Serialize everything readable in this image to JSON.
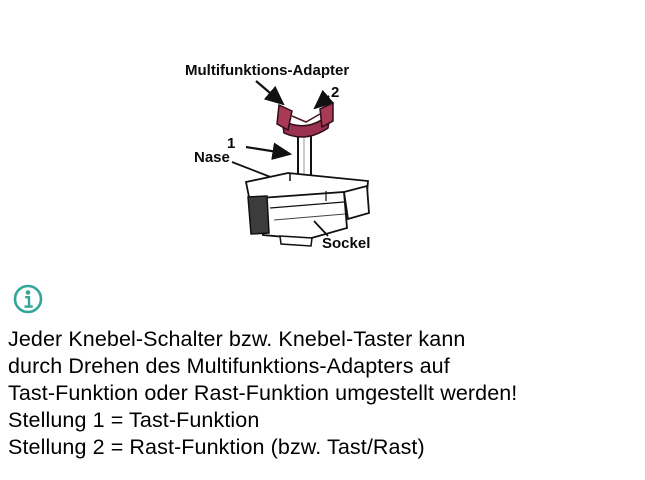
{
  "diagram": {
    "labels": {
      "adapter": "Multifunktions-Adapter",
      "pos2": "2",
      "pos1": "1",
      "nase": "Nase",
      "sockel": "Sockel"
    },
    "colors": {
      "adapter_red": "#9b3150",
      "adapter_red_light": "#a83a56",
      "outline": "#111111"
    }
  },
  "info": {
    "icon": "info-icon",
    "accent_color": "#33a699",
    "lines": [
      "Jeder Knebel-Schalter bzw. Knebel-Taster kann",
      "durch Drehen des Multifunktions-Adapters auf",
      "Tast-Funktion oder Rast-Funktion umgestellt werden!",
      "Stellung 1 = Tast-Funktion",
      "Stellung 2 = Rast-Funktion (bzw. Tast/Rast)"
    ]
  }
}
